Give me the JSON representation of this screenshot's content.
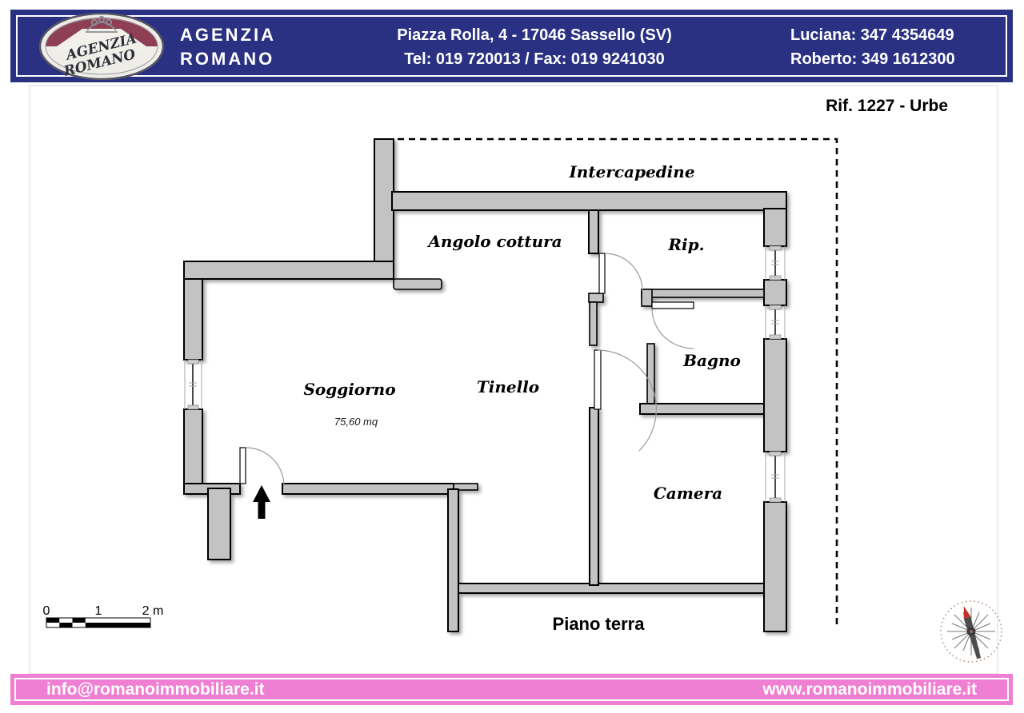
{
  "header": {
    "logo": {
      "line1": "AGENZIA",
      "line2": "ROMANO"
    },
    "agency_name_line1": "AGENZIA",
    "agency_name_line2": "ROMANO",
    "address_line1": "Piazza Rolla, 4 - 17046 Sassello (SV)",
    "address_line2": "Tel: 019 720013 / Fax: 019 9241030",
    "contact_line1": "Luciana: 347 4354649",
    "contact_line2": "Roberto: 349 1612300"
  },
  "reference": "Rif. 1227 - Urbe",
  "plan": {
    "rooms": {
      "intercapedine": "Intercapedine",
      "angolo_cottura": "Angolo cottura",
      "rip": "Rip.",
      "bagno": "Bagno",
      "soggiorno": "Soggiorno",
      "tinello": "Tinello",
      "camera": "Camera"
    },
    "area": "75,60 mq",
    "floor_label": "Piano terra",
    "scale_bar": {
      "tick0": "0",
      "tick1": "1",
      "tick2": "2 m"
    }
  },
  "footer": {
    "email": "info@romanoimmobiliare.it",
    "website": "www.romanoimmobiliare.it"
  },
  "colors": {
    "header_blue": "#2a3183",
    "footer_pink": "#ef7fd2",
    "wall_fill": "#c3c3c3",
    "wall_stroke": "#000000",
    "logo_maroon": "#8e3f55",
    "compass_needle_red": "#c23127"
  }
}
